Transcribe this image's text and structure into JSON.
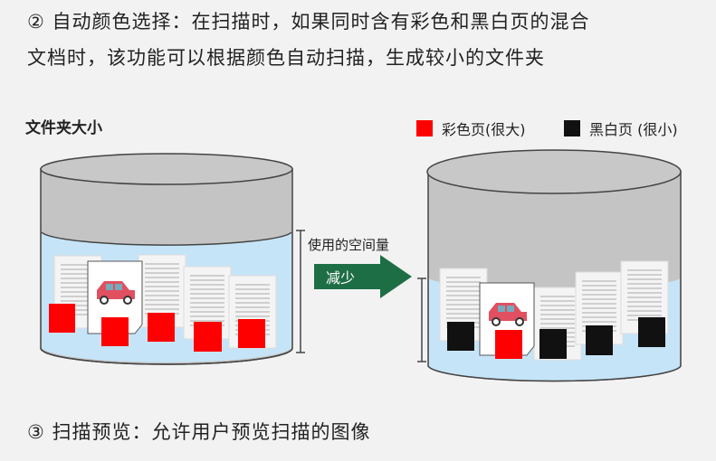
{
  "text": {
    "line1": "② 自动颜色选择：在扫描时，如果同时含有彩色和黑白页的混合",
    "line2": "文档时，该功能可以根据颜色自动扫描，生成较小的文件夹",
    "line3": "③ 扫描预览：允许用户预览扫描的图像"
  },
  "diagram": {
    "caption": "文件夹大小",
    "legend": [
      {
        "label": "彩色页(很大)",
        "color": "#ff0000"
      },
      {
        "label": "黑白页 (很小)",
        "color": "#111111"
      }
    ],
    "used_space_label": "使用的空间量",
    "arrow_label": "减少",
    "colors": {
      "water": "#c6e4f7",
      "lid": "#c4c4c4",
      "arrow": "#1e6e45"
    }
  }
}
